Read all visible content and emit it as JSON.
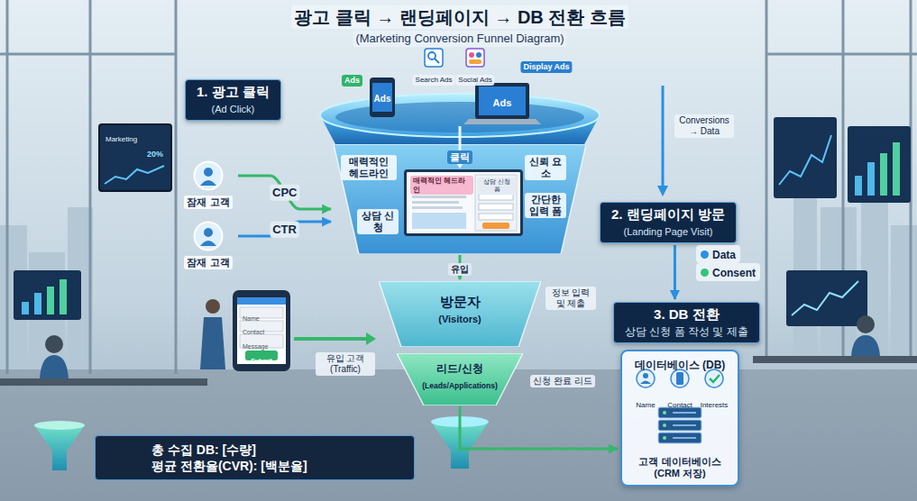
{
  "diagram": {
    "title": "광고 클릭 → 랜딩페이지 → DB 전환 흐름",
    "nodes": [
      {
        "text": [
          "1. 광고 클릭",
          "(Ad Click)"
        ]
      },
      {
        "text": [
          "잠재 고객"
        ]
      },
      {
        "text": [
          "잠재 고객"
        ]
      },
      {
        "text": [
          "매력적인 헤드라인",
          "상담 신청",
          "신뢰 요소",
          "간단한 입력 폼"
        ]
      },
      {
        "text": [
          "매력적인 헤드라인",
          "상담 신청 폼"
        ],
        "in": 3
      },
      {
        "text": [
          "2. 랜딩페이지 방문",
          "(Landing Page Visit)"
        ]
      },
      {
        "text": [
          "3. DB 전환",
          "상담 신청 폼 작성 및 제출"
        ]
      },
      {
        "text": [
          "방문자",
          "(Visitors)"
        ]
      },
      {
        "text": [
          "리드/신청",
          "(Leads/Applications)"
        ]
      },
      {
        "text": [
          "데이터베이스 (DB)",
          "고객 데이터베이스 (CRM 저장)"
        ]
      },
      {
        "text": [
          "총 수집 DB: [수량]",
          "평균 전환율(CVR): [백분율]"
        ]
      }
    ],
    "edges": [
      {
        "from": 1,
        "to": 3,
        "label": "CPC",
        "arrow": "to"
      },
      {
        "from": 2,
        "to": 3,
        "label": "CTR",
        "arrow": "to"
      },
      {
        "from": 3,
        "to": 7,
        "label": "유입",
        "arrow": "to"
      },
      {
        "from": 5,
        "to": 6,
        "arrow": "to"
      },
      {
        "from": 8,
        "to": 9,
        "arrow": "to"
      }
    ],
    "labels": [
      "(Marketing Conversion Funnel Diagram)",
      "Ads",
      "Ads",
      "Search Ads",
      "Social Ads",
      "Ads",
      "Display Ads",
      "Conversions → Data",
      "정보 입력 및 제출",
      "유입 고객 (Traffic)",
      "신청 완료 리드",
      "Name",
      "Contact",
      "Interests",
      "Name",
      "Contact",
      "Message",
      "Submit",
      "Marketing",
      "20%",
      "클릭"
    ],
    "legend": [
      {
        "text": "Data",
        "color": "#2b8fe3"
      },
      {
        "text": "Consent",
        "color": "#34c47c"
      }
    ]
  }
}
